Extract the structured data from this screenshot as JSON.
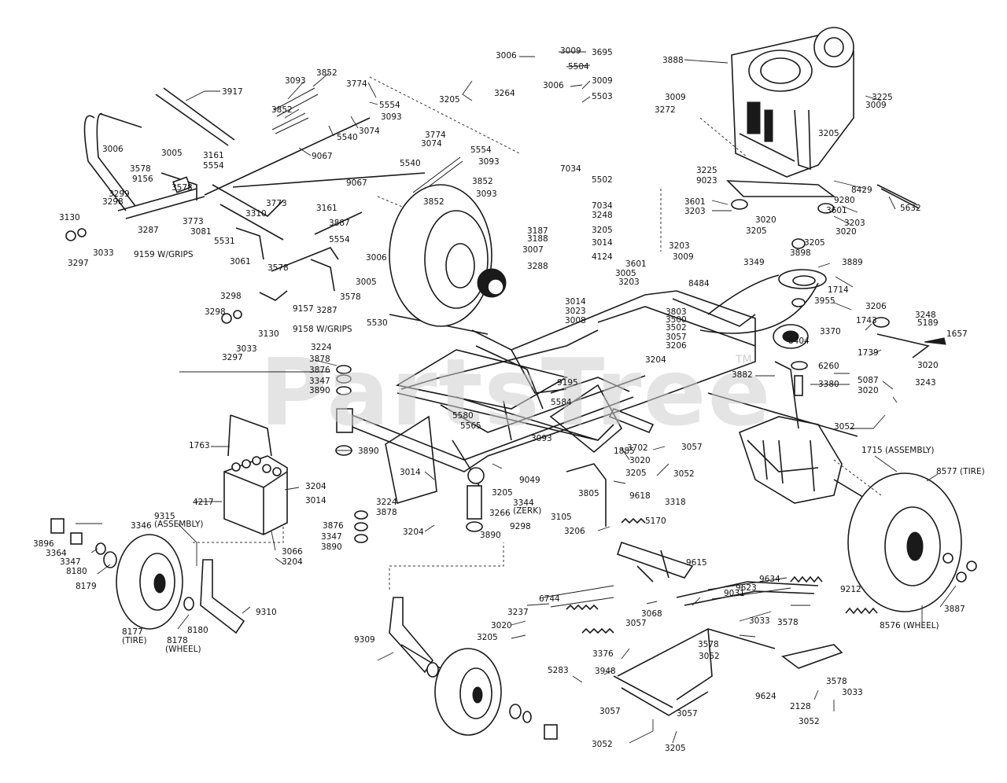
{
  "watermark": {
    "text": "PartsTree",
    "trademark": "TM"
  },
  "callouts": [
    {
      "id": "c1",
      "text": "3917"
    },
    {
      "id": "c2",
      "text": "3093"
    },
    {
      "id": "c3",
      "text": "3852"
    },
    {
      "id": "c4",
      "text": "3774"
    },
    {
      "id": "c5",
      "text": "3852"
    },
    {
      "id": "c6",
      "text": "5554"
    },
    {
      "id": "c7",
      "text": "3093"
    },
    {
      "id": "c8",
      "text": "3074"
    },
    {
      "id": "c9",
      "text": "5540"
    },
    {
      "id": "c10",
      "text": "9067"
    },
    {
      "id": "c11",
      "text": "3006"
    },
    {
      "id": "c12",
      "text": "3005"
    },
    {
      "id": "c13",
      "text": "3161"
    },
    {
      "id": "c14",
      "text": "5554"
    },
    {
      "id": "c15",
      "text": "3578"
    },
    {
      "id": "c16",
      "text": "9156"
    },
    {
      "id": "c17",
      "text": "3298"
    },
    {
      "id": "c18",
      "text": "3299"
    },
    {
      "id": "c19",
      "text": "3578"
    },
    {
      "id": "c20",
      "text": "3773"
    },
    {
      "id": "c21",
      "text": "3130"
    },
    {
      "id": "c22",
      "text": "3287"
    },
    {
      "id": "c23",
      "text": "3081"
    },
    {
      "id": "c24",
      "text": "3310"
    },
    {
      "id": "c25",
      "text": "3033"
    },
    {
      "id": "c26",
      "text": "5531"
    },
    {
      "id": "c27",
      "text": "3297"
    },
    {
      "id": "c28",
      "text": "9159 W/GRIPS"
    },
    {
      "id": "c29",
      "text": "3061"
    },
    {
      "id": "c30",
      "text": "3578"
    },
    {
      "id": "c31",
      "text": "3298"
    },
    {
      "id": "c32",
      "text": "3298"
    },
    {
      "id": "c33",
      "text": "3130"
    },
    {
      "id": "c34",
      "text": "3033"
    },
    {
      "id": "c35",
      "text": "3297"
    },
    {
      "id": "c36",
      "text": "9158 W/GRIPS"
    },
    {
      "id": "c37",
      "text": "9157"
    },
    {
      "id": "c38",
      "text": "3287"
    },
    {
      "id": "c39",
      "text": "3578"
    },
    {
      "id": "c40",
      "text": "3005"
    },
    {
      "id": "c41",
      "text": "3006"
    },
    {
      "id": "c42",
      "text": "5554"
    },
    {
      "id": "c43",
      "text": "3773"
    },
    {
      "id": "c44",
      "text": "3161"
    },
    {
      "id": "c45",
      "text": "3887"
    },
    {
      "id": "c46",
      "text": "3774"
    },
    {
      "id": "c47",
      "text": "3074"
    },
    {
      "id": "c48",
      "text": "5554"
    },
    {
      "id": "c49",
      "text": "3093"
    },
    {
      "id": "c50",
      "text": "5540"
    },
    {
      "id": "c51",
      "text": "3852"
    },
    {
      "id": "c52",
      "text": "9067"
    },
    {
      "id": "c53",
      "text": "3093"
    },
    {
      "id": "c54",
      "text": "3852"
    },
    {
      "id": "c55",
      "text": "5530"
    },
    {
      "id": "c56",
      "text": "3205"
    },
    {
      "id": "c57",
      "text": "3264"
    },
    {
      "id": "c58",
      "text": "3006"
    },
    {
      "id": "c59",
      "text": "3009"
    },
    {
      "id": "c60",
      "text": "3695"
    },
    {
      "id": "c61",
      "text": "5504"
    },
    {
      "id": "c62",
      "text": "3006"
    },
    {
      "id": "c63",
      "text": "3009"
    },
    {
      "id": "c64",
      "text": "5503"
    },
    {
      "id": "c65",
      "text": "7034"
    },
    {
      "id": "c66",
      "text": "5502"
    },
    {
      "id": "c67",
      "text": "7034"
    },
    {
      "id": "c68",
      "text": "3248"
    },
    {
      "id": "c69",
      "text": "3205"
    },
    {
      "id": "c70",
      "text": "3187"
    },
    {
      "id": "c71",
      "text": "3188"
    },
    {
      "id": "c72",
      "text": "3014"
    },
    {
      "id": "c73",
      "text": "3007"
    },
    {
      "id": "c74",
      "text": "4124"
    },
    {
      "id": "c75",
      "text": "3288"
    },
    {
      "id": "c76",
      "text": "3014"
    },
    {
      "id": "c77",
      "text": "3023"
    },
    {
      "id": "c78",
      "text": "3008"
    },
    {
      "id": "c79",
      "text": "3888"
    },
    {
      "id": "c80",
      "text": "3009"
    },
    {
      "id": "c81",
      "text": "3272"
    },
    {
      "id": "c82",
      "text": "3225"
    },
    {
      "id": "c83",
      "text": "3009"
    },
    {
      "id": "c84",
      "text": "3205"
    },
    {
      "id": "c85",
      "text": "3225"
    },
    {
      "id": "c86",
      "text": "9023"
    },
    {
      "id": "c87",
      "text": "8429"
    },
    {
      "id": "c88",
      "text": "9280"
    },
    {
      "id": "c89",
      "text": "5632"
    },
    {
      "id": "c90",
      "text": "3601"
    },
    {
      "id": "c91",
      "text": "3203"
    },
    {
      "id": "c92",
      "text": "3020"
    },
    {
      "id": "c93",
      "text": "3205"
    },
    {
      "id": "c94",
      "text": "3601"
    },
    {
      "id": "c95",
      "text": "3020"
    },
    {
      "id": "c96",
      "text": "3203"
    },
    {
      "id": "c97",
      "text": "3205"
    },
    {
      "id": "c98",
      "text": "3898"
    },
    {
      "id": "c99",
      "text": "3203"
    },
    {
      "id": "c100",
      "text": "3009"
    },
    {
      "id": "c101",
      "text": "3349"
    },
    {
      "id": "c102",
      "text": "3889"
    },
    {
      "id": "c103",
      "text": "3601"
    },
    {
      "id": "c104",
      "text": "3005"
    },
    {
      "id": "c105",
      "text": "3203"
    },
    {
      "id": "c106",
      "text": "8484"
    },
    {
      "id": "c107",
      "text": "1714"
    },
    {
      "id": "c108",
      "text": "3955"
    },
    {
      "id": "c109",
      "text": "3206"
    },
    {
      "id": "c110",
      "text": "3248"
    },
    {
      "id": "c111",
      "text": "1743"
    },
    {
      "id": "c112",
      "text": "5189"
    },
    {
      "id": "c113",
      "text": "1657"
    },
    {
      "id": "c114",
      "text": "3370"
    },
    {
      "id": "c115",
      "text": "8404"
    },
    {
      "id": "c116",
      "text": "1739"
    },
    {
      "id": "c117",
      "text": "3020"
    },
    {
      "id": "c118",
      "text": "6260"
    },
    {
      "id": "c119",
      "text": "3243"
    },
    {
      "id": "c120",
      "text": "3882"
    },
    {
      "id": "c121",
      "text": "3380"
    },
    {
      "id": "c122",
      "text": "5087"
    },
    {
      "id": "c123",
      "text": "3020"
    },
    {
      "id": "c124",
      "text": "3052"
    },
    {
      "id": "c125",
      "text": "3803"
    },
    {
      "id": "c126",
      "text": "3500"
    },
    {
      "id": "c127",
      "text": "3502"
    },
    {
      "id": "c128",
      "text": "3057"
    },
    {
      "id": "c129",
      "text": "3206"
    },
    {
      "id": "c130",
      "text": "3204"
    },
    {
      "id": "c131",
      "text": "9195"
    },
    {
      "id": "c132",
      "text": "3224"
    },
    {
      "id": "c133",
      "text": "3878"
    },
    {
      "id": "c134",
      "text": "3876"
    },
    {
      "id": "c135",
      "text": "3347"
    },
    {
      "id": "c136",
      "text": "3890"
    },
    {
      "id": "c137",
      "text": "5584"
    },
    {
      "id": "c138",
      "text": "5580"
    },
    {
      "id": "c139",
      "text": "5565"
    },
    {
      "id": "c140",
      "text": "3093"
    },
    {
      "id": "c141",
      "text": "1763"
    },
    {
      "id": "c142",
      "text": "3890"
    },
    {
      "id": "c143",
      "text": "1885"
    },
    {
      "id": "c144",
      "text": "3702"
    },
    {
      "id": "c145",
      "text": "3020"
    },
    {
      "id": "c146",
      "text": "3057"
    },
    {
      "id": "c147",
      "text": "3205"
    },
    {
      "id": "c148",
      "text": "3052"
    },
    {
      "id": "c149",
      "text": "1715 (ASSEMBLY)"
    },
    {
      "id": "c150",
      "text": "8577 (TIRE)"
    },
    {
      "id": "c151",
      "text": "3204"
    },
    {
      "id": "c152",
      "text": "3014"
    },
    {
      "id": "c153",
      "text": "4217"
    },
    {
      "id": "c154",
      "text": "3014"
    },
    {
      "id": "c155",
      "text": "9049"
    },
    {
      "id": "c156",
      "text": "3205"
    },
    {
      "id": "c157",
      "text": "3224"
    },
    {
      "id": "c158",
      "text": "3878"
    },
    {
      "id": "c159",
      "text": "3344"
    },
    {
      "id": "c160",
      "text": "(ZERK)"
    },
    {
      "id": "c161",
      "text": "3805"
    },
    {
      "id": "c162",
      "text": "9618"
    },
    {
      "id": "c163",
      "text": "3318"
    },
    {
      "id": "c164",
      "text": "3105"
    },
    {
      "id": "c165",
      "text": "3266"
    },
    {
      "id": "c166",
      "text": "3876"
    },
    {
      "id": "c167",
      "text": "3347"
    },
    {
      "id": "c168",
      "text": "3890"
    },
    {
      "id": "c169",
      "text": "3204"
    },
    {
      "id": "c170",
      "text": "3890"
    },
    {
      "id": "c171",
      "text": "9298"
    },
    {
      "id": "c172",
      "text": "5170"
    },
    {
      "id": "c173",
      "text": "3206"
    },
    {
      "id": "c174",
      "text": "3066"
    },
    {
      "id": "c175",
      "text": "3204"
    },
    {
      "id": "c176",
      "text": "9315"
    },
    {
      "id": "c177",
      "text": "(ASSEMBLY)"
    },
    {
      "id": "c178",
      "text": "3346"
    },
    {
      "id": "c179",
      "text": "3896"
    },
    {
      "id": "c180",
      "text": "3364"
    },
    {
      "id": "c181",
      "text": "3347"
    },
    {
      "id": "c182",
      "text": "8180"
    },
    {
      "id": "c183",
      "text": "8179"
    },
    {
      "id": "c184",
      "text": "9615"
    },
    {
      "id": "c185",
      "text": "9031"
    },
    {
      "id": "c186",
      "text": "9634"
    },
    {
      "id": "c187",
      "text": "9623"
    },
    {
      "id": "c188",
      "text": "9212"
    },
    {
      "id": "c189",
      "text": "6744"
    },
    {
      "id": "c190",
      "text": "3237"
    },
    {
      "id": "c191",
      "text": "3068"
    },
    {
      "id": "c192",
      "text": "3057"
    },
    {
      "id": "c193",
      "text": "3033"
    },
    {
      "id": "c194",
      "text": "3578"
    },
    {
      "id": "c195",
      "text": "3578"
    },
    {
      "id": "c196",
      "text": "3052"
    },
    {
      "id": "c197",
      "text": "3020"
    },
    {
      "id": "c198",
      "text": "3205"
    },
    {
      "id": "c199",
      "text": "8180"
    },
    {
      "id": "c200",
      "text": "9310"
    },
    {
      "id": "c201",
      "text": "8177"
    },
    {
      "id": "c202",
      "text": "(TIRE)"
    },
    {
      "id": "c203",
      "text": "8178"
    },
    {
      "id": "c204",
      "text": "(WHEEL)"
    },
    {
      "id": "c205",
      "text": "9309"
    },
    {
      "id": "c206",
      "text": "3376"
    },
    {
      "id": "c207",
      "text": "3948"
    },
    {
      "id": "c208",
      "text": "5283"
    },
    {
      "id": "c209",
      "text": "3887"
    },
    {
      "id": "c210",
      "text": "8576 (WHEEL)"
    },
    {
      "id": "c211",
      "text": "9624"
    },
    {
      "id": "c212",
      "text": "3578"
    },
    {
      "id": "c213",
      "text": "2128"
    },
    {
      "id": "c214",
      "text": "3033"
    },
    {
      "id": "c215",
      "text": "3052"
    },
    {
      "id": "c216",
      "text": "3057"
    },
    {
      "id": "c217",
      "text": "3057"
    },
    {
      "id": "c218",
      "text": "3052"
    },
    {
      "id": "c219",
      "text": "3205"
    }
  ]
}
